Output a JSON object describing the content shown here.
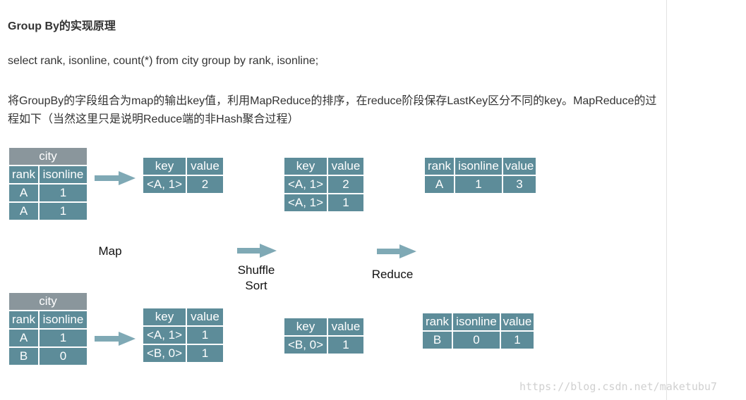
{
  "heading": "Group By的实现原理",
  "sql": "select rank, isonline, count(*) from city group by rank, isonline;",
  "paragraph": "将GroupBy的字段组合为map的输出key值，利用MapReduce的排序，在reduce阶段保存LastKey区分不同的key。MapReduce的过程如下（当然这里只是说明Reduce端的非Hash聚合过程）",
  "diagram": {
    "top_input": {
      "caption": "city",
      "headers": [
        "rank",
        "isonline"
      ],
      "rows": [
        [
          "A",
          "1"
        ],
        [
          "A",
          "1"
        ]
      ]
    },
    "bottom_input": {
      "caption": "city",
      "headers": [
        "rank",
        "isonline"
      ],
      "rows": [
        [
          "A",
          "1"
        ],
        [
          "B",
          "0"
        ]
      ]
    },
    "top_map": {
      "headers": [
        "key",
        "value"
      ],
      "rows": [
        [
          "<A, 1>",
          "2"
        ]
      ]
    },
    "bottom_map": {
      "headers": [
        "key",
        "value"
      ],
      "rows": [
        [
          "<A, 1>",
          "1"
        ],
        [
          "<B, 0>",
          "1"
        ]
      ]
    },
    "top_shuffle": {
      "headers": [
        "key",
        "value"
      ],
      "rows": [
        [
          "<A, 1>",
          "2"
        ],
        [
          "<A, 1>",
          "1"
        ]
      ]
    },
    "bottom_shuffle": {
      "headers": [
        "key",
        "value"
      ],
      "rows": [
        [
          "<B, 0>",
          "1"
        ]
      ]
    },
    "top_reduce": {
      "headers": [
        "rank",
        "isonline",
        "value"
      ],
      "rows": [
        [
          "A",
          "1",
          "3"
        ]
      ]
    },
    "bottom_reduce": {
      "headers": [
        "rank",
        "isonline",
        "value"
      ],
      "rows": [
        [
          "B",
          "0",
          "1"
        ]
      ]
    },
    "labels": {
      "map": "Map",
      "shuffle_1": "Shuffle",
      "shuffle_2": "Sort",
      "reduce": "Reduce"
    },
    "colors": {
      "cell": "#5d8c99",
      "caption": "#8a969c",
      "arrow": "#7fa9b5"
    }
  },
  "watermark": "https://blog.csdn.net/maketubu7"
}
